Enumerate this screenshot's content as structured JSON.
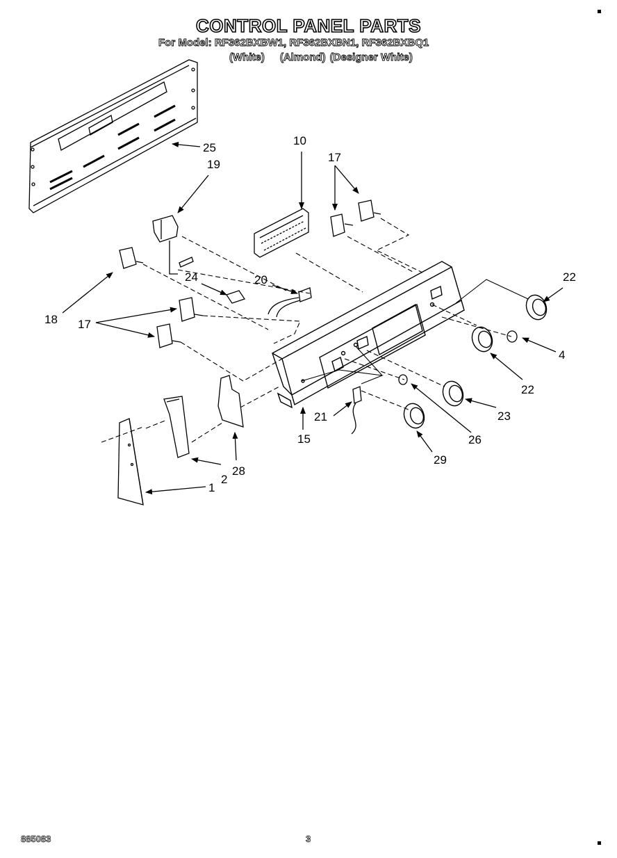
{
  "header": {
    "title": "CONTROL PANEL PARTS",
    "model_line": "For Model: RF362BXBW1, RF362BXBN1, RF362BXBQ1",
    "variants": [
      "(White)",
      "(Almond)",
      "(Designer White)"
    ]
  },
  "footer": {
    "doc_number": "885083",
    "page_number": "3"
  },
  "callouts": {
    "c25": "25",
    "c19": "19",
    "c10": "10",
    "c17a": "17",
    "c22a": "22",
    "c18": "18",
    "c24": "24",
    "c20": "20",
    "c17b": "17",
    "c4": "4",
    "c22b": "22",
    "c23": "23",
    "c21": "21",
    "c26": "26",
    "c15": "15",
    "c29": "29",
    "c2": "2",
    "c28": "28",
    "c1": "1"
  }
}
